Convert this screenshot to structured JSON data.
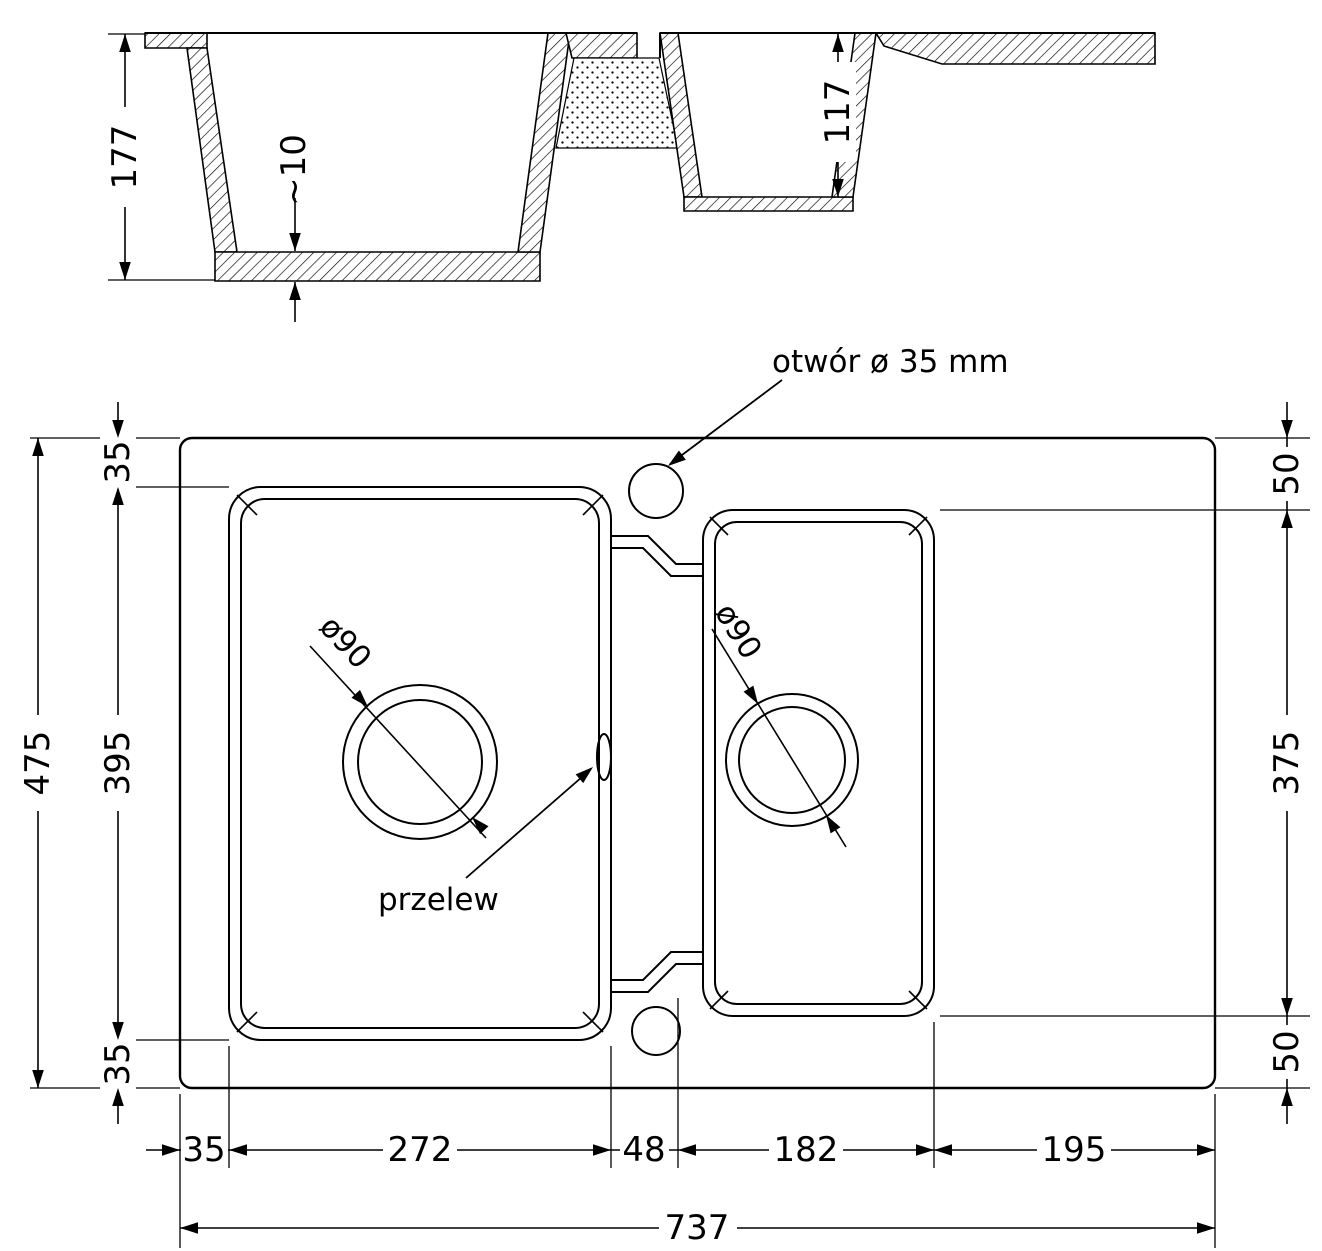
{
  "page": {
    "background": "#ffffff",
    "line_color": "#000000"
  },
  "section_view": {
    "dim_depth_left": "177",
    "dim_bottom_thickness": "~10",
    "dim_depth_right": "117"
  },
  "plan_view": {
    "leader_faucet_hole": "otwór ø 35 mm",
    "leader_overflow": "przelew",
    "dim_drain_left": "ø90",
    "dim_drain_right": "ø90",
    "dim_total_height": "475",
    "dim_left_margin_top": "35",
    "dim_basin_left_height": "395",
    "dim_left_margin_bottom": "35",
    "dim_right_margin_top": "50",
    "dim_basin_right_height": "375",
    "dim_right_margin_bottom": "50",
    "dim_bottom_left_margin": "35",
    "dim_basin_left_width": "272",
    "dim_divider_width": "48",
    "dim_basin_right_width": "182",
    "dim_drainboard_width": "195",
    "dim_total_width": "737"
  }
}
